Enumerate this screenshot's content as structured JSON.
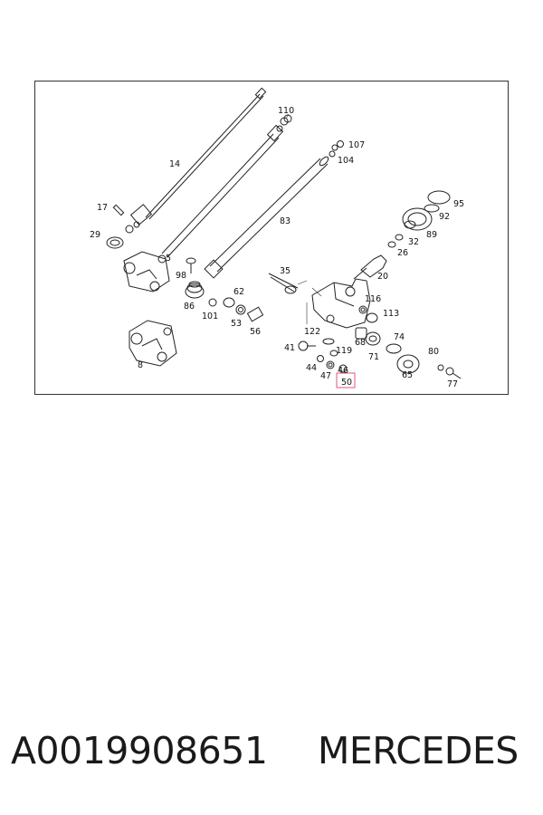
{
  "diagram": {
    "callouts": [
      {
        "id": "110",
        "text": "110"
      },
      {
        "id": "107",
        "text": "107"
      },
      {
        "id": "104",
        "text": "104"
      },
      {
        "id": "14",
        "text": "14"
      },
      {
        "id": "95",
        "text": "95"
      },
      {
        "id": "92",
        "text": "92"
      },
      {
        "id": "17",
        "text": "17"
      },
      {
        "id": "83",
        "text": "83"
      },
      {
        "id": "29",
        "text": "29"
      },
      {
        "id": "89",
        "text": "89"
      },
      {
        "id": "32",
        "text": "32"
      },
      {
        "id": "26",
        "text": "26"
      },
      {
        "id": "5",
        "text": "5"
      },
      {
        "id": "35",
        "text": "35"
      },
      {
        "id": "98",
        "text": "98"
      },
      {
        "id": "20",
        "text": "20"
      },
      {
        "id": "62",
        "text": "62"
      },
      {
        "id": "116",
        "text": "116"
      },
      {
        "id": "86",
        "text": "86"
      },
      {
        "id": "101",
        "text": "101"
      },
      {
        "id": "113",
        "text": "113"
      },
      {
        "id": "53",
        "text": "53"
      },
      {
        "id": "56",
        "text": "56"
      },
      {
        "id": "122",
        "text": "122"
      },
      {
        "id": "68",
        "text": "68"
      },
      {
        "id": "74",
        "text": "74"
      },
      {
        "id": "41",
        "text": "41"
      },
      {
        "id": "119",
        "text": "119"
      },
      {
        "id": "71",
        "text": "71"
      },
      {
        "id": "80",
        "text": "80"
      },
      {
        "id": "8",
        "text": "8"
      },
      {
        "id": "44",
        "text": "44"
      },
      {
        "id": "65",
        "text": "65"
      },
      {
        "id": "47",
        "text": "47"
      },
      {
        "id": "46",
        "text": "46"
      },
      {
        "id": "50",
        "text": "50"
      },
      {
        "id": "77",
        "text": "77"
      }
    ],
    "highlight_color": "#e05a7a"
  },
  "caption": {
    "part_number": "A0019908651",
    "brand": "MERCEDES"
  }
}
